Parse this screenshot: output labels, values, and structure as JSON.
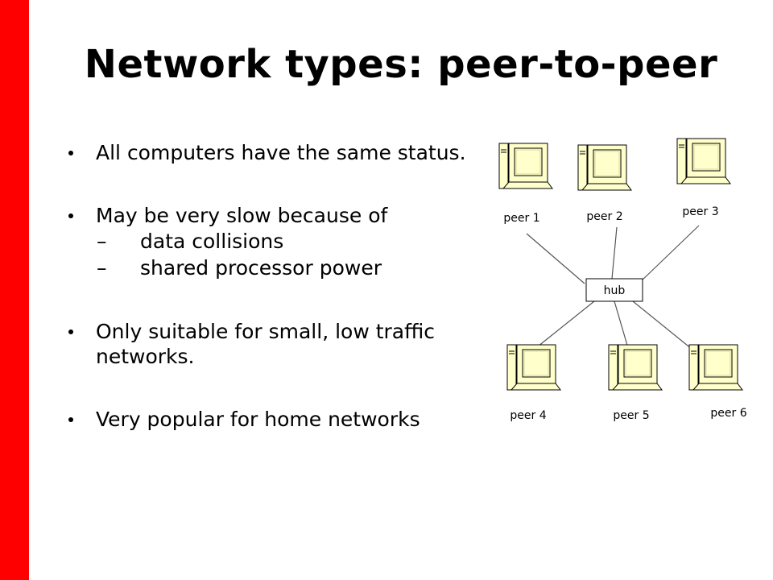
{
  "title": "Network types: peer-to-peer",
  "bullets": [
    {
      "text": "All computers have the same status.",
      "subitems": []
    },
    {
      "text": "May be very slow because of",
      "subitems": [
        "data collisions",
        "shared processor power"
      ]
    },
    {
      "text": "Only suitable for small, low traffic networks.",
      "subitems": []
    },
    {
      "text": "Very popular for home networks",
      "subitems": []
    }
  ],
  "diagram": {
    "hub_label": "hub",
    "peers": [
      "peer 1",
      "peer 2",
      "peer 3",
      "peer 4",
      "peer 5",
      "peer 6"
    ]
  },
  "colors": {
    "accent_bar": "#ff0000",
    "computer_fill": "#ffffcc",
    "computer_outline": "#000000"
  }
}
